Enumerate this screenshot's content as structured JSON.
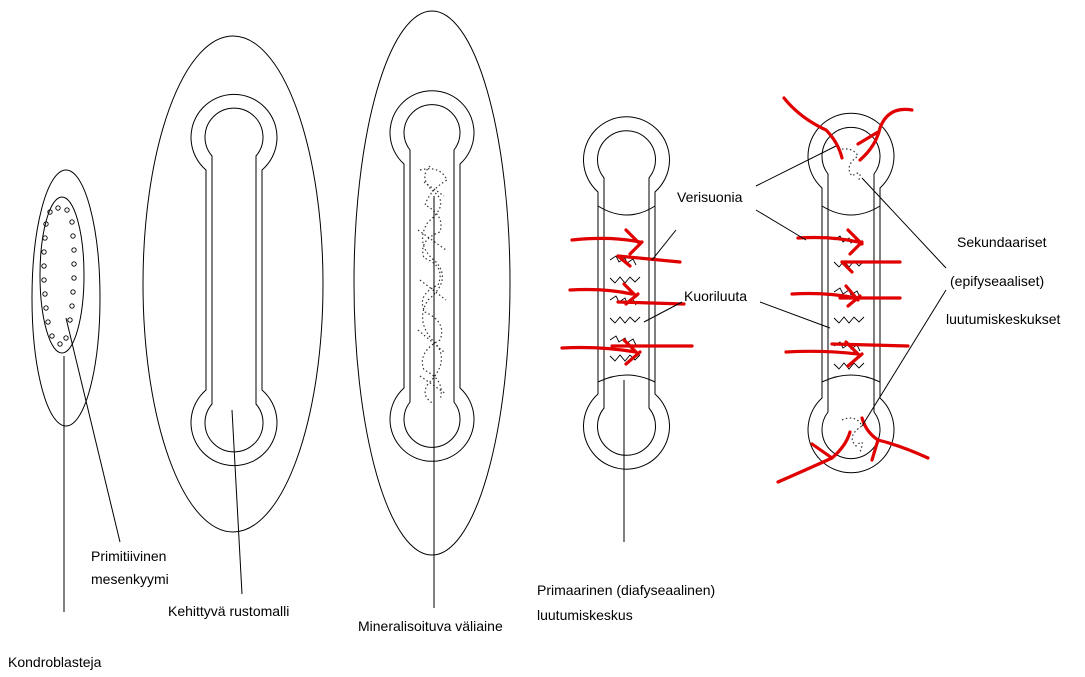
{
  "labels": {
    "kondroblasteja": "Kondroblasteja",
    "primitiivinen_1": "Primitiivinen",
    "primitiivinen_2": "mesenkyymi",
    "kehittyva": "Kehittyvä rustomalli",
    "mineralisoituva": "Mineralisoituva väliaine",
    "primaarinen_1": "Primaarinen (diafyseaalinen)",
    "primaarinen_2": "luutumiskeskus",
    "verisuonia": "Verisuonia",
    "kuoriluuta": "Kuoriluuta",
    "sekundaariset_1": "Sekundaariset",
    "sekundaariset_2": "(epifyseaaliset)",
    "sekundaariset_3": "luutumiskeskukset"
  },
  "colors": {
    "line": "#000000",
    "vessel": "#e00000",
    "background": "#ffffff"
  }
}
